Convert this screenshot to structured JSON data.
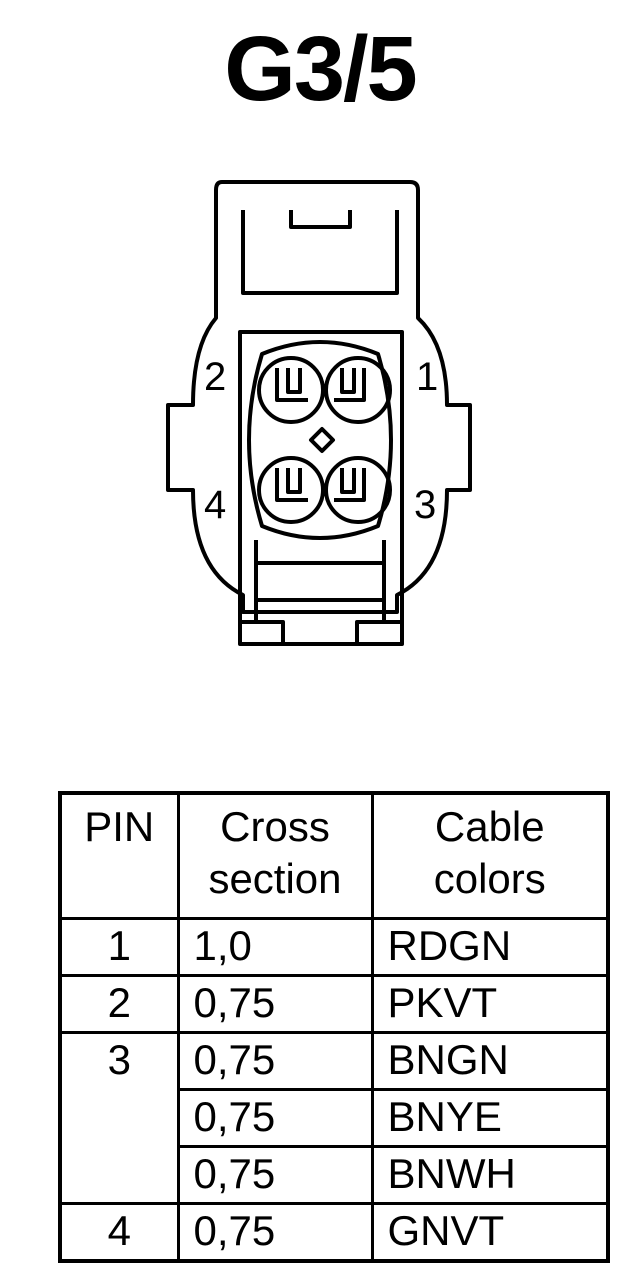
{
  "title": "G3/5",
  "connector": {
    "pin_labels": [
      "1",
      "2",
      "3",
      "4"
    ]
  },
  "table": {
    "headers": {
      "pin": "PIN",
      "cross_line1": "Cross",
      "cross_line2": "section",
      "cable_line1": "Cable",
      "cable_line2": "colors"
    },
    "rows": [
      {
        "pin": "1",
        "cross": "1,0",
        "color": "RDGN"
      },
      {
        "pin": "2",
        "cross": "0,75",
        "color": "PKVT"
      },
      {
        "pin": "3",
        "cross": "0,75",
        "color": "BNGN"
      },
      {
        "pin": "",
        "cross": "0,75",
        "color": "BNYE"
      },
      {
        "pin": "",
        "cross": "0,75",
        "color": "BNWH"
      },
      {
        "pin": "4",
        "cross": "0,75",
        "color": "GNVT"
      }
    ]
  }
}
